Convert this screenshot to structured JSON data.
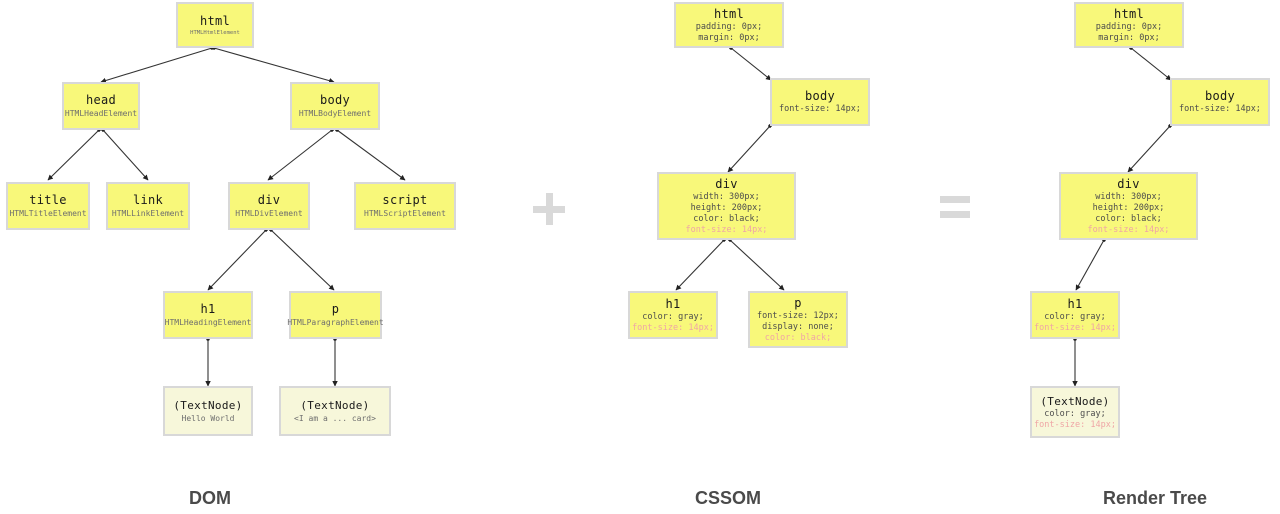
{
  "diagram": {
    "title_labels": {
      "dom": "DOM",
      "cssom": "CSSOM",
      "render_tree": "Render Tree"
    },
    "operators": {
      "plus": "+",
      "equals": "="
    },
    "colors": {
      "node_fill": "#f8f87a",
      "textnode_fill": "#f7f7da",
      "node_border": "#d8d8d8",
      "inherited_text": "#efa6a6",
      "property_text": "#4d4d4d",
      "operator": "#d9d9d9",
      "caption": "#4a4a4a",
      "background": "#ffffff"
    }
  },
  "dom": {
    "nodes": {
      "html": {
        "tag": "html",
        "sub": "HTMLHtmlElement"
      },
      "head": {
        "tag": "head",
        "sub": "HTMLHeadElement"
      },
      "body": {
        "tag": "body",
        "sub": "HTMLBodyElement"
      },
      "title": {
        "tag": "title",
        "sub": "HTMLTitleElement"
      },
      "link": {
        "tag": "link",
        "sub": "HTMLLinkElement"
      },
      "div": {
        "tag": "div",
        "sub": "HTMLDivElement"
      },
      "script": {
        "tag": "script",
        "sub": "HTMLScriptElement"
      },
      "h1": {
        "tag": "h1",
        "sub": "HTMLHeadingElement"
      },
      "p": {
        "tag": "p",
        "sub": "HTMLParagraphElement"
      },
      "text_h1": {
        "tag": "(TextNode)",
        "sub": "Hello World"
      },
      "text_p": {
        "tag": "(TextNode)",
        "sub": "<I am a ... card>"
      }
    }
  },
  "cssom": {
    "nodes": {
      "html": {
        "tag": "html",
        "props": [
          {
            "text": "padding: 0px;",
            "inherited": false
          },
          {
            "text": "margin: 0px;",
            "inherited": false
          }
        ]
      },
      "body": {
        "tag": "body",
        "props": [
          {
            "text": "font-size: 14px;",
            "inherited": false
          }
        ]
      },
      "div": {
        "tag": "div",
        "props": [
          {
            "text": "width: 300px;",
            "inherited": false
          },
          {
            "text": "height: 200px;",
            "inherited": false
          },
          {
            "text": "color: black;",
            "inherited": false
          },
          {
            "text": "font-size: 14px;",
            "inherited": true
          }
        ]
      },
      "h1": {
        "tag": "h1",
        "props": [
          {
            "text": "color: gray;",
            "inherited": false
          },
          {
            "text": "font-size: 14px;",
            "inherited": true
          }
        ]
      },
      "p": {
        "tag": "p",
        "props": [
          {
            "text": "font-size: 12px;",
            "inherited": false
          },
          {
            "text": "display: none;",
            "inherited": false
          },
          {
            "text": "color: black;",
            "inherited": true
          }
        ]
      }
    }
  },
  "render_tree": {
    "nodes": {
      "html": {
        "tag": "html",
        "props": [
          {
            "text": "padding: 0px;",
            "inherited": false
          },
          {
            "text": "margin: 0px;",
            "inherited": false
          }
        ]
      },
      "body": {
        "tag": "body",
        "props": [
          {
            "text": "font-size: 14px;",
            "inherited": false
          }
        ]
      },
      "div": {
        "tag": "div",
        "props": [
          {
            "text": "width: 300px;",
            "inherited": false
          },
          {
            "text": "height: 200px;",
            "inherited": false
          },
          {
            "text": "color: black;",
            "inherited": false
          },
          {
            "text": "font-size: 14px;",
            "inherited": true
          }
        ]
      },
      "h1": {
        "tag": "h1",
        "props": [
          {
            "text": "color: gray;",
            "inherited": false
          },
          {
            "text": "font-size: 14px;",
            "inherited": true
          }
        ]
      },
      "text": {
        "tag": "(TextNode)",
        "props": [
          {
            "text": "color: gray;",
            "inherited": false
          },
          {
            "text": "font-size: 14px;",
            "inherited": true
          }
        ]
      }
    }
  }
}
